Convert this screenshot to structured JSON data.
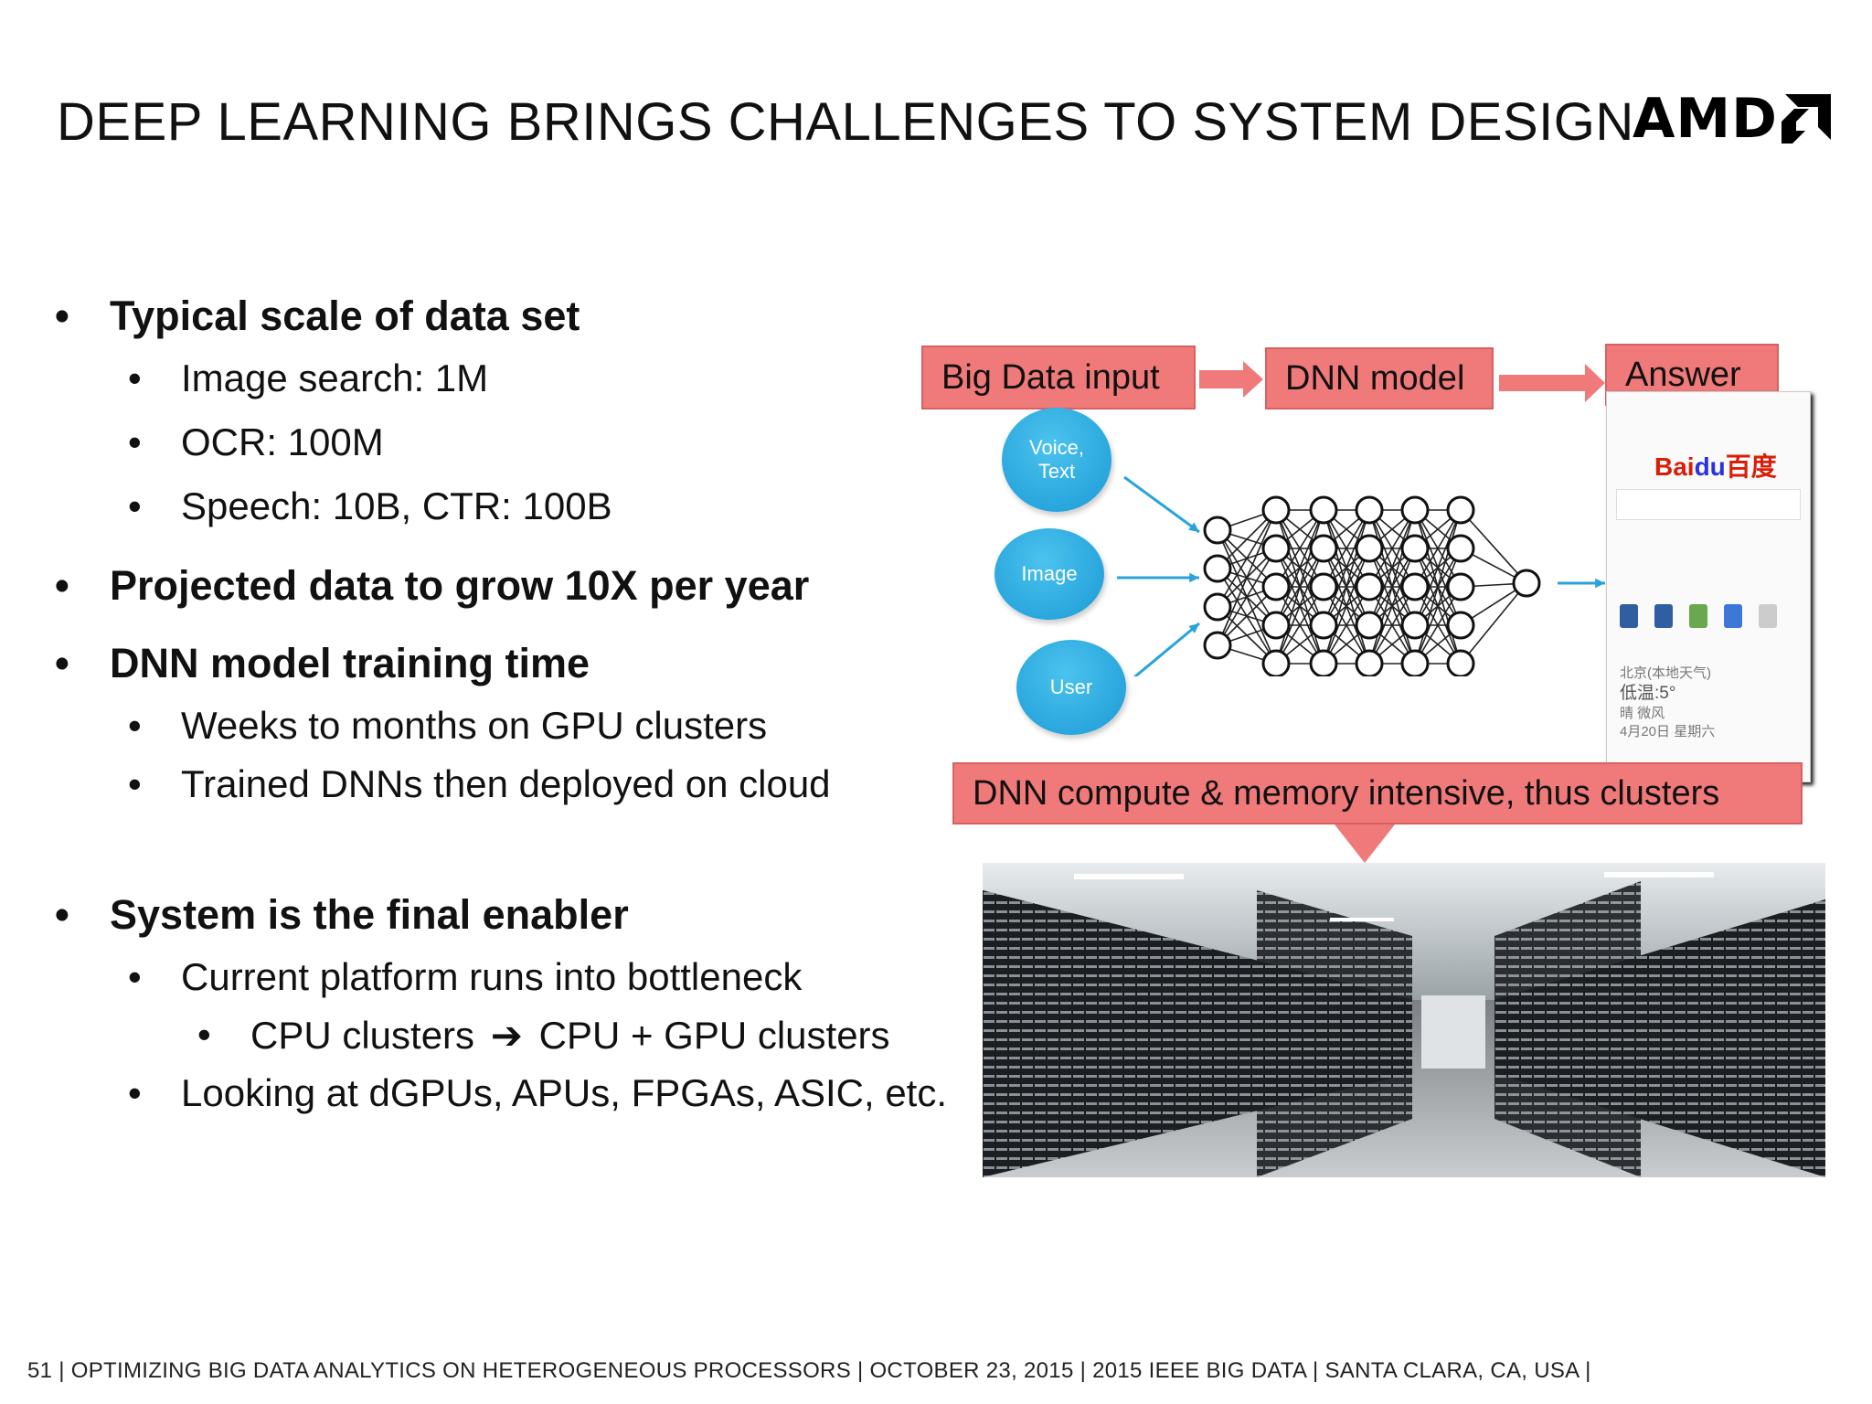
{
  "slide": {
    "title": "DEEP LEARNING BRINGS CHALLENGES TO SYSTEM DESIGN",
    "logo_text": "AMD",
    "logo_icon": "amd-arrow-icon"
  },
  "bullets": {
    "b1": "Typical scale of data set",
    "b1_1": "Image search: 1M",
    "b1_2": "OCR: 100M",
    "b1_3": "Speech: 10B, CTR: 100B",
    "b2": "Projected data to grow 10X per year",
    "b3": "DNN model training time",
    "b3_1": "Weeks to months on GPU clusters",
    "b3_2": "Trained DNNs then deployed on cloud",
    "b4": "System is the final enabler",
    "b4_1": "Current platform runs into bottleneck",
    "b4_1_1_a": "CPU clusters",
    "b4_1_1_arrow": "➔",
    "b4_1_1_b": "CPU + GPU clusters",
    "b4_2": "Looking at dGPUs, APUs, FPGAs, ASIC, etc.",
    "bullet_glyph": "•"
  },
  "diagram": {
    "input_label": "Big Data input",
    "model_label": "DNN model",
    "answer_label": "Answer",
    "compute_label": "DNN compute & memory intensive, thus clusters",
    "input_voice": "Voice,",
    "input_text": "Text",
    "input_image": "Image",
    "input_user": "User",
    "box_color": "#f07a7a",
    "circle_color": "#1a9ad6",
    "phone": {
      "brand": "Bai",
      "brand_mid": "du",
      "brand_cn": "百度",
      "weather_city": "北京(本地天气)",
      "weather_temp": "低温:5°",
      "weather_cond": "晴 微风",
      "weather_date": "4月20日 星期六"
    }
  },
  "footer": {
    "text": "51  |  OPTIMIZING BIG DATA ANALYTICS ON HETEROGENEOUS PROCESSORS    |   OCTOBER 23, 2015    |   2015 IEEE BIG DATA    |   SANTA CLARA, CA, USA    |"
  }
}
